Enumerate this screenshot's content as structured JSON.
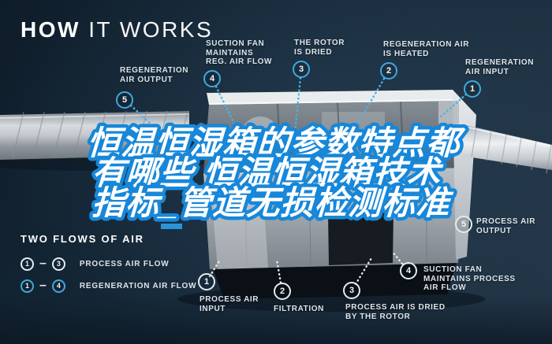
{
  "title": {
    "bold": "HOW",
    "light": " IT WORKS"
  },
  "headline": {
    "line1": "恒温恒湿箱的参数特点都",
    "line2": "有哪些 恒温恒湿箱技术",
    "line3": "指标_管道无损检测标准",
    "fill": "#ffffff",
    "stroke": "#1787d9"
  },
  "colors": {
    "background": "#16293a",
    "accent_cyan": "#3fa9dc",
    "process_white": "#e6ebee",
    "label_text": "#dde4e9"
  },
  "top_labels": [
    {
      "number": "5",
      "lines": [
        "REGENERATION",
        "AIR OUTPUT"
      ]
    },
    {
      "number": "4",
      "lines": [
        "SUCTION FAN",
        "MAINTAINS",
        "REG. AIR FLOW"
      ]
    },
    {
      "number": "3",
      "lines": [
        "THE ROTOR",
        "IS DRIED"
      ]
    },
    {
      "number": "2",
      "lines": [
        "REGENERATION AIR",
        "IS HEATED"
      ]
    },
    {
      "number": "1",
      "lines": [
        "REGENERATION",
        "AIR INPUT"
      ]
    }
  ],
  "bottom_labels": [
    {
      "number": "1",
      "lines": [
        "PROCESS AIR",
        "INPUT"
      ]
    },
    {
      "number": "2",
      "lines": [
        "FILTRATION"
      ]
    },
    {
      "number": "3",
      "lines": [
        "PROCESS AIR IS DRIED",
        "BY THE ROTOR"
      ]
    },
    {
      "number": "4",
      "lines": [
        "SUCTION FAN",
        "MAINTAINS PROCESS",
        "AIR FLOW"
      ]
    },
    {
      "number": "5",
      "lines": [
        "PROCESS AIR",
        "OUTPUT"
      ]
    }
  ],
  "legend": {
    "heading": "TWO FLOWS OF AIR",
    "rows": [
      {
        "from": "1",
        "dash": "–",
        "to": "3",
        "label": "PROCESS AIR FLOW",
        "style": "white"
      },
      {
        "from": "1",
        "dash": "–",
        "to": "4",
        "label": "REGENERATION AIR FLOW",
        "style": "cyan"
      }
    ]
  }
}
